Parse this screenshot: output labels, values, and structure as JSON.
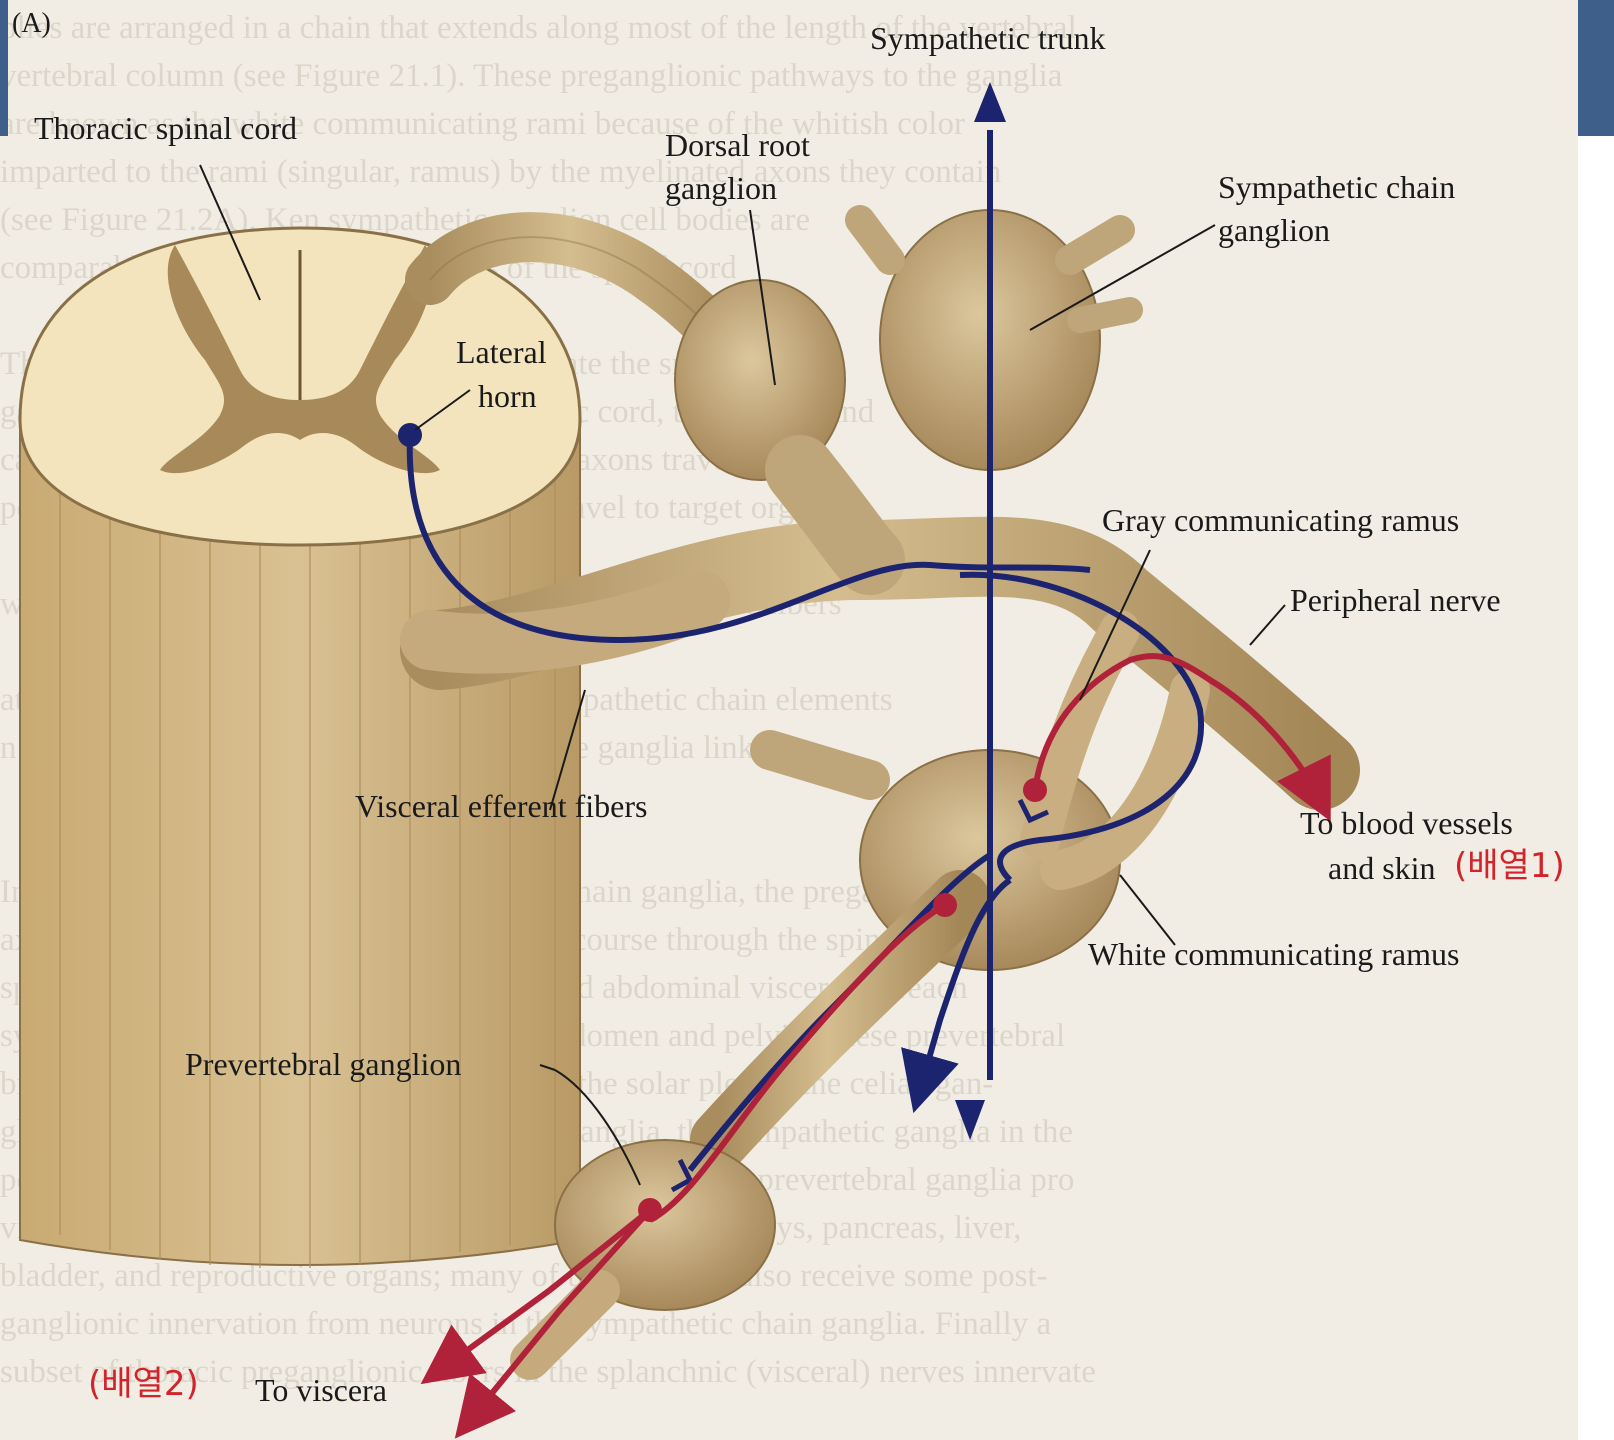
{
  "panel_label": "(A)",
  "labels": {
    "sympathetic_trunk": "Sympathetic trunk",
    "thoracic_spinal_cord": "Thoracic spinal cord",
    "dorsal_root_ganglion": [
      "Dorsal root",
      "ganglion"
    ],
    "sympathetic_chain_ganglion": [
      "Sympathetic chain",
      "ganglion"
    ],
    "lateral_horn": [
      "Lateral",
      "horn"
    ],
    "gray_communicating_ramus": "Gray communicating ramus",
    "peripheral_nerve": "Peripheral nerve",
    "visceral_efferent_fibers": "Visceral efferent fibers",
    "to_blood_vessels": [
      "To blood vessels",
      "and skin"
    ],
    "white_communicating_ramus": "White communicating ramus",
    "prevertebral_ganglion": "Prevertebral ganglion",
    "to_viscera": "To  viscera"
  },
  "annotations": {
    "array1": "(배열1)",
    "array2": "(배열2)"
  },
  "colors": {
    "preganglionic": "#1c2470",
    "postganglionic": "#b0213a",
    "tissue": "#bfa57a",
    "cord_surface": "#f3e4bd",
    "gray_matter": "#a8895a",
    "accent_bar": "#3e5f8a"
  }
}
